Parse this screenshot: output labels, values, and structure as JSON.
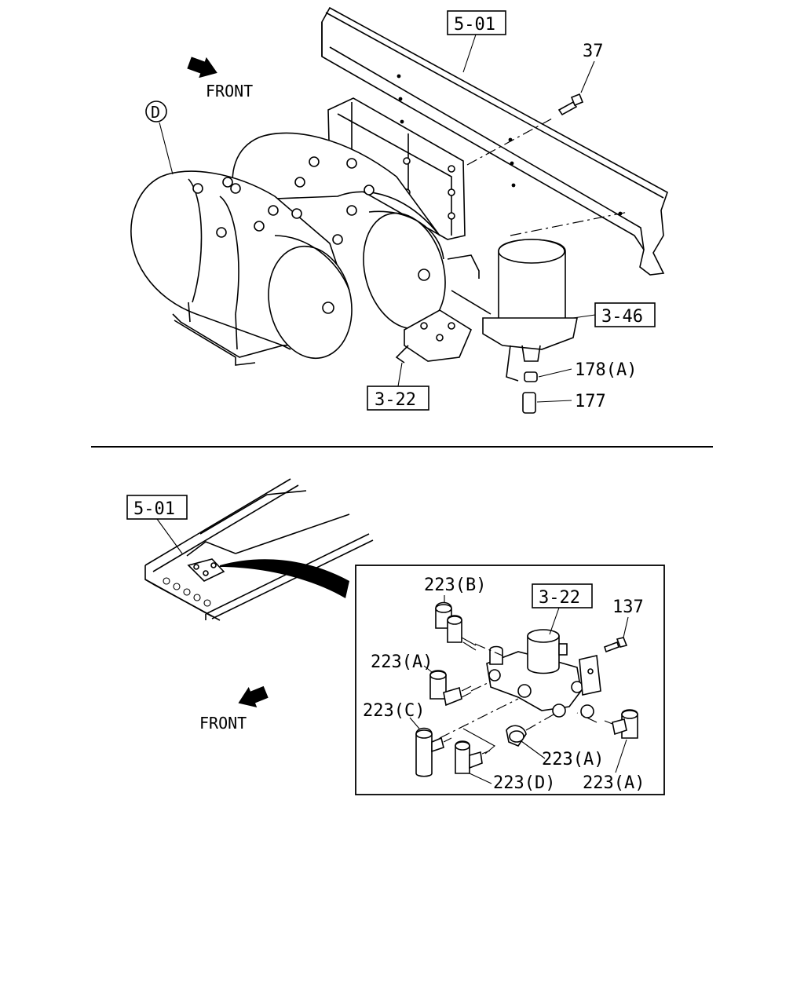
{
  "upper": {
    "front": "FRONT",
    "ref_frame": "5-01",
    "ref_dryer": "3-46",
    "ref_valve": "3-22",
    "part_bolt": "37",
    "part_178": "178(A)",
    "part_177": "177",
    "circle_marker": "D"
  },
  "lower": {
    "front": "FRONT",
    "ref_frame": "5-01",
    "detail": {
      "ref_valve": "3-22",
      "part_bolt": "137",
      "p223b": "223(B)",
      "p223a_1": "223(A)",
      "p223c": "223(C)",
      "p223a_2": "223(A)",
      "p223d": "223(D)",
      "p223a_3": "223(A)"
    }
  }
}
